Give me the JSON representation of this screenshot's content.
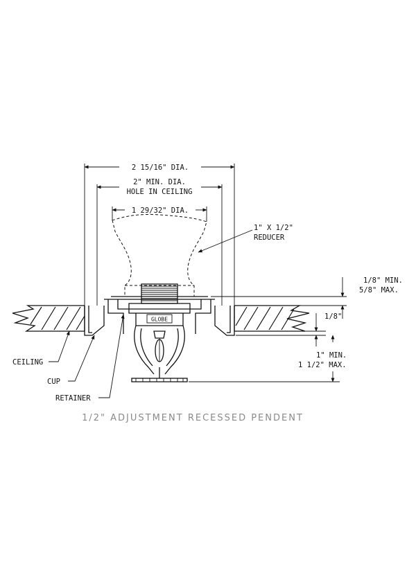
{
  "dimensions": {
    "outer_dia": "2 15/16\" DIA.",
    "hole_dia_line1": "2\" MIN. DIA.",
    "hole_dia_line2": "HOLE IN CEILING",
    "inner_dia": "1 29/32\" DIA.",
    "reducer_line1": "1\" X 1/2\"",
    "reducer_line2": "REDUCER",
    "adj_min": "1/8\" MIN.",
    "adj_max": "5/8\" MAX.",
    "gap": "1/8\"",
    "drop_min": "1\" MIN.",
    "drop_max": "1 1/2\" MAX."
  },
  "callouts": {
    "ceiling": "CEILING",
    "cup": "CUP",
    "retainer": "RETAINER"
  },
  "caption": "1/2\" ADJUSTMENT RECESSED PENDENT",
  "plate_text": "GLOBE"
}
